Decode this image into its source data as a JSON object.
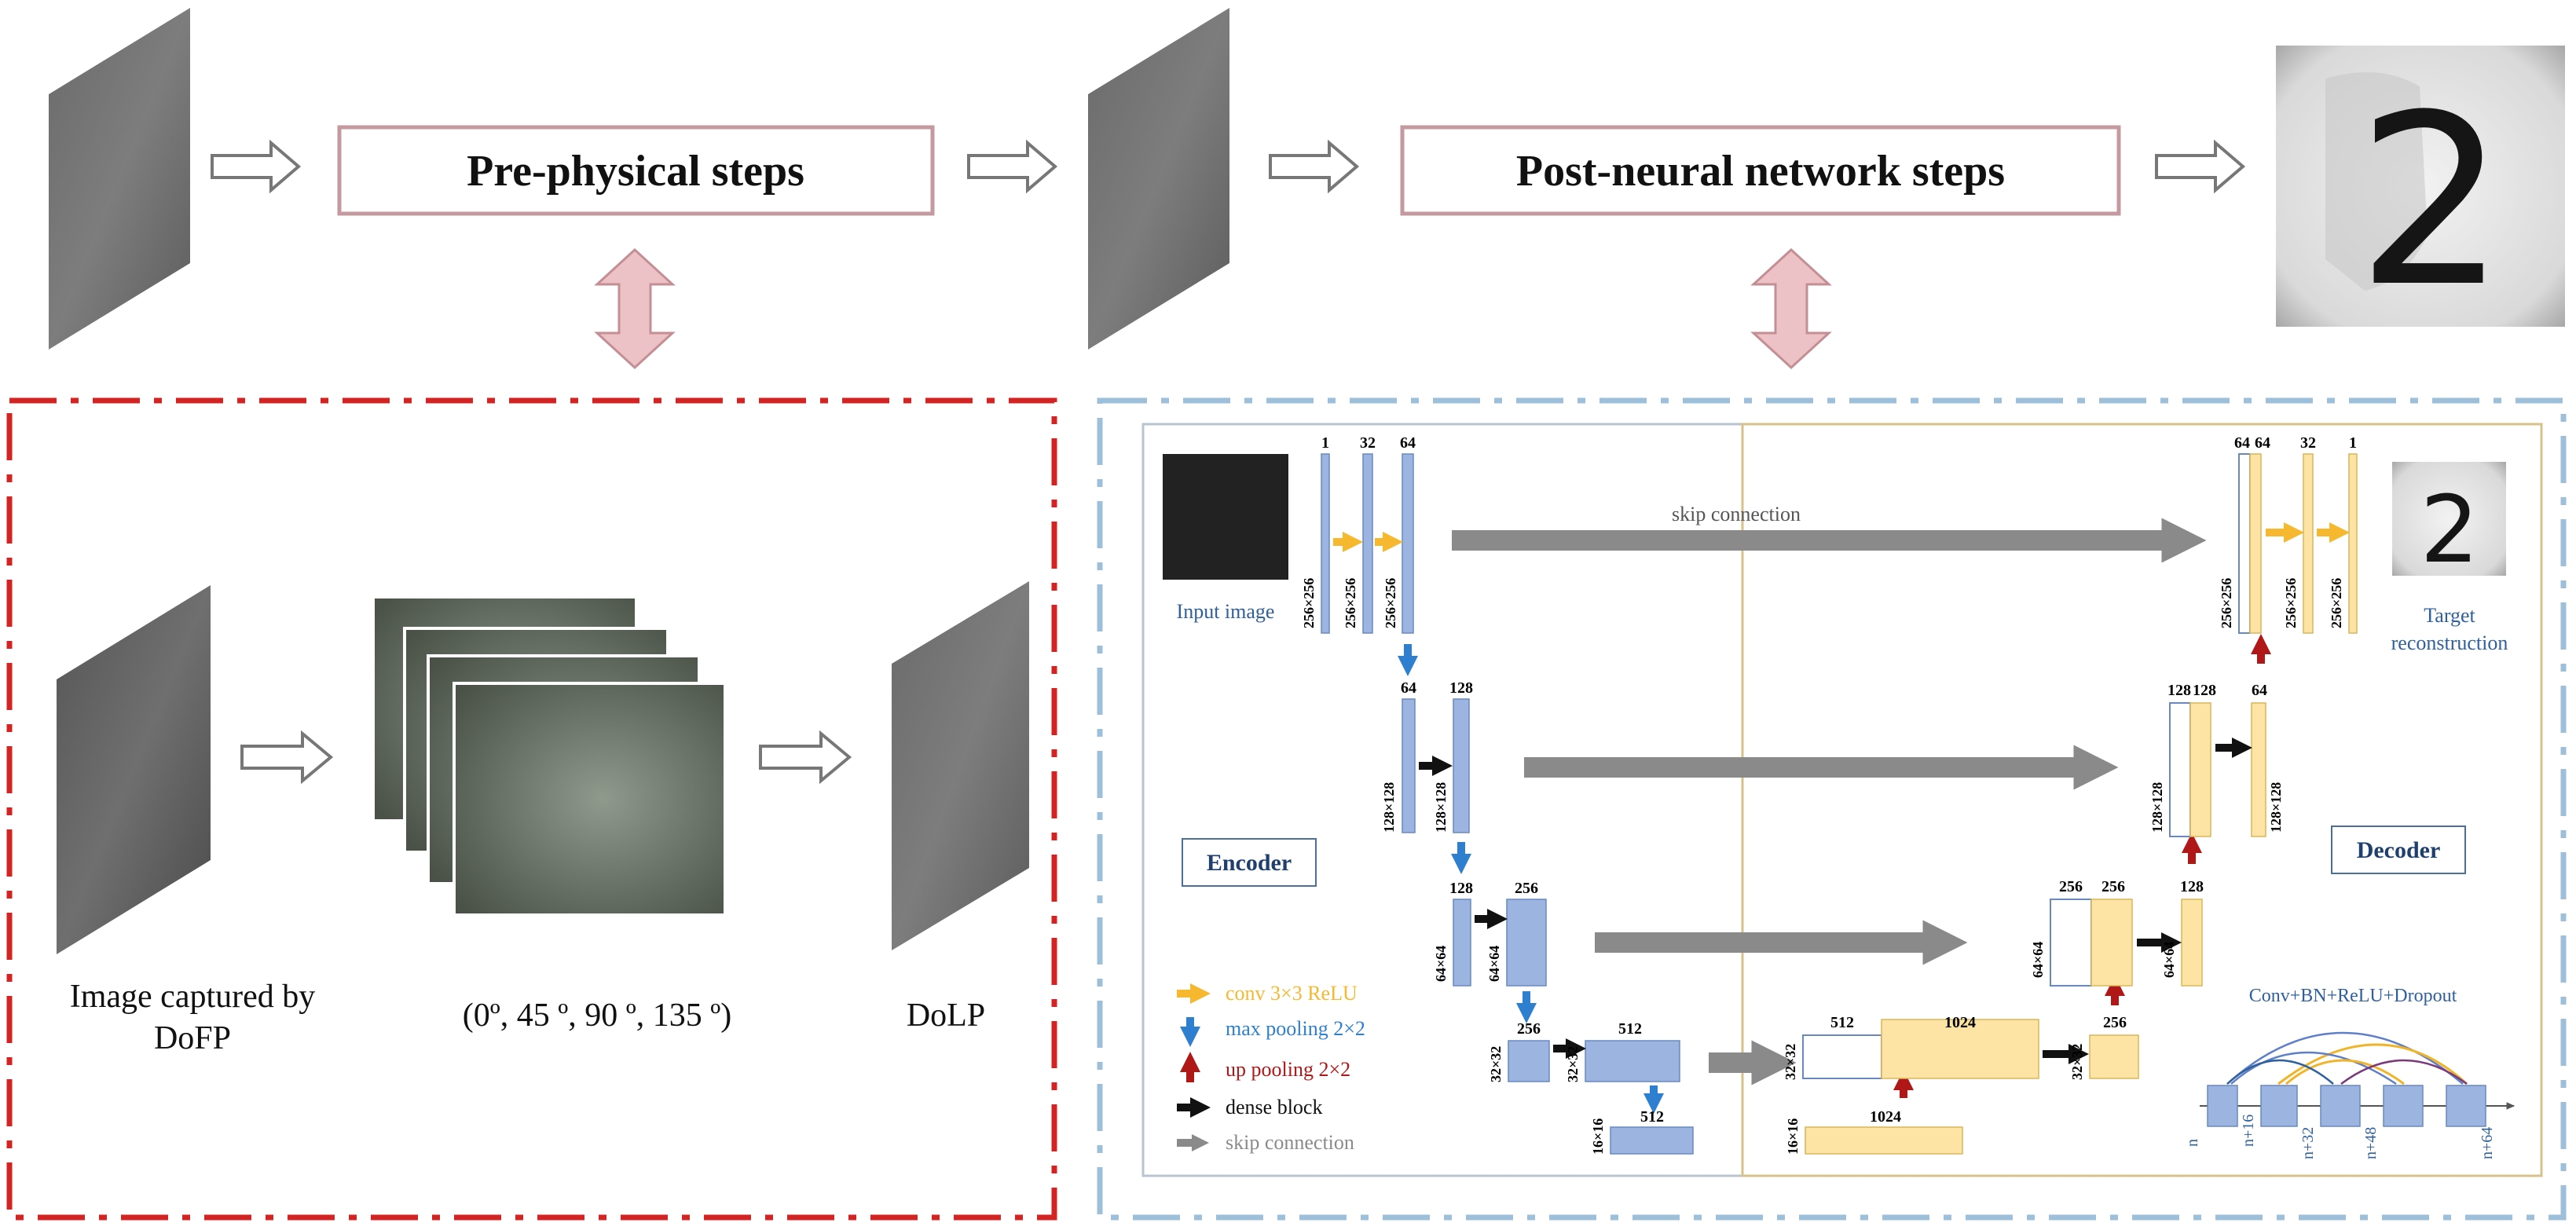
{
  "pipeline": {
    "pre_steps_label": "Pre-physical steps",
    "post_steps_label": "Post-neural network steps",
    "output_digit": "2"
  },
  "preprocess": {
    "input_caption_line1": "Image captured by",
    "input_caption_line2": "DoFP",
    "angles_caption": "(0º, 45 º, 90 º, 135 º)",
    "output_caption": "DoLP"
  },
  "network": {
    "input_image_label": "Input image",
    "target_label_line1": "Target",
    "target_label_line2": "reconstruction",
    "target_digit": "2",
    "encoder_label": "Encoder",
    "decoder_label": "Decoder",
    "skip_connection_label": "skip connection",
    "dense_block_label": "Conv+BN+ReLU+Dropout",
    "dense_block_nodes": [
      "n",
      "n+16",
      "n+32",
      "n+48",
      "n+64"
    ],
    "encoder_channels": [
      "1",
      "32",
      "64",
      "64",
      "128",
      "128",
      "256",
      "256",
      "512",
      "512"
    ],
    "encoder_sizes": [
      "256×256",
      "256×256",
      "256×256",
      "128×128",
      "128×128",
      "64×64",
      "64×64",
      "32×32",
      "32×32",
      "16×16"
    ],
    "decoder_channels": [
      "64",
      "64",
      "32",
      "1",
      "128",
      "128",
      "64",
      "256",
      "256",
      "128",
      "512",
      "1024",
      "256",
      "1024"
    ],
    "decoder_sizes": [
      "256×256",
      "256×256",
      "256×256",
      "128×128",
      "128×128",
      "64×64",
      "64×64",
      "32×32",
      "32×32",
      "16×16"
    ],
    "legend": [
      {
        "label": "conv 3×3 ReLU",
        "color": "#f5b82e"
      },
      {
        "label": "max pooling 2×2",
        "color": "#2e7fd0"
      },
      {
        "label": "up pooling 2×2",
        "color": "#b01818"
      },
      {
        "label": "dense block",
        "color": "#111111"
      },
      {
        "label": "skip connection",
        "color": "#8a8a8a"
      }
    ]
  }
}
